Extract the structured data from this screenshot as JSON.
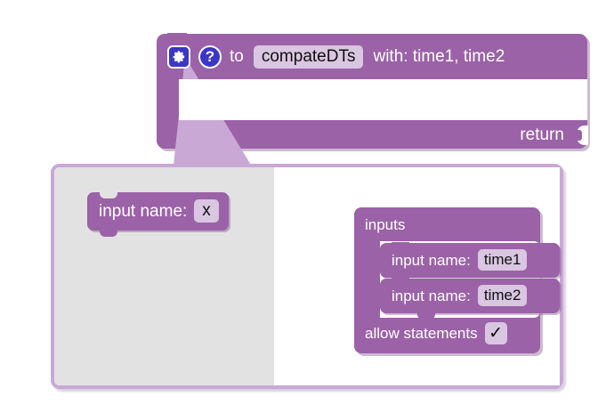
{
  "procedure_block": {
    "gear_icon": "gear-icon",
    "help_icon": "?",
    "to_label": "to",
    "procedure_name": "compateDTs",
    "with_label": "with: time1, time2",
    "return_label": "return"
  },
  "mutator": {
    "flyout": {
      "input_block": {
        "label": "input name:",
        "value": "x"
      }
    },
    "workspace": {
      "container": {
        "title": "inputs",
        "inputs": [
          {
            "label": "input name:",
            "value": "time1"
          },
          {
            "label": "input name:",
            "value": "time2"
          }
        ],
        "allow_statements": {
          "label": "allow statements",
          "checked": "✓"
        }
      }
    }
  },
  "colors": {
    "block_purple": "#9b62a7",
    "field_lavender": "#d9c6e0",
    "bubble_border": "#c9a8d6",
    "flyout_gray": "#e2e2e2",
    "icon_blue": "#3b36c8"
  }
}
